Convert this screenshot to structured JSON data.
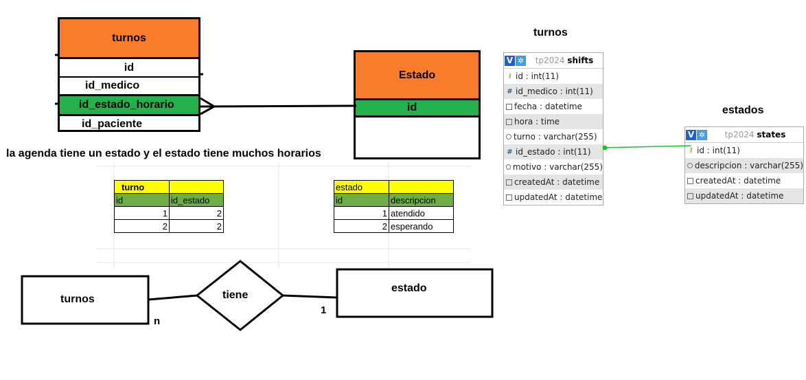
{
  "er_left": {
    "turnos_table": {
      "header": "turnos",
      "rows": [
        "id",
        "id_medico",
        "id_estado_horario",
        "id_paciente"
      ]
    },
    "estado_table": {
      "header": "Estado",
      "rows": [
        "id"
      ]
    },
    "note": "la agenda tiene un estado y el estado tiene muchos horarios"
  },
  "sheet_turno": {
    "title": "turno",
    "headers": [
      "id",
      "id_estado"
    ],
    "rows": [
      [
        "1",
        "2"
      ],
      [
        "2",
        "2"
      ]
    ]
  },
  "sheet_estado": {
    "title": "estado",
    "headers": [
      "id",
      "descripcion"
    ],
    "rows": [
      [
        "1",
        "atendido"
      ],
      [
        "2",
        "esperando"
      ]
    ]
  },
  "chen": {
    "entity_left": "turnos",
    "relationship": "tiene",
    "entity_right": "estado",
    "card_left": "n",
    "card_right": "1"
  },
  "pma": {
    "shifts": {
      "heading": "turnos",
      "db": "tp2024",
      "table": "shifts",
      "columns": [
        {
          "icon": "key-icon",
          "text": "id : int(11)"
        },
        {
          "icon": "hash-icon",
          "text": "id_medico : int(11)"
        },
        {
          "icon": "calendar-icon",
          "text": "fecha : datetime"
        },
        {
          "icon": "calendar-icon",
          "text": "hora : time"
        },
        {
          "icon": "text-icon",
          "text": "turno : varchar(255)"
        },
        {
          "icon": "hash-icon",
          "text": "id_estado : int(11)"
        },
        {
          "icon": "text-icon",
          "text": "motivo : varchar(255)"
        },
        {
          "icon": "calendar-icon",
          "text": "createdAt : datetime"
        },
        {
          "icon": "calendar-icon",
          "text": "updatedAt : datetime"
        }
      ]
    },
    "states": {
      "heading": "estados",
      "db": "tp2024",
      "table": "states",
      "columns": [
        {
          "icon": "key-icon",
          "text": "id : int(11)"
        },
        {
          "icon": "text-icon",
          "text": "descripcion : varchar(255)"
        },
        {
          "icon": "calendar-icon",
          "text": "createdAt : datetime"
        },
        {
          "icon": "calendar-icon",
          "text": "updatedAt : datetime"
        }
      ]
    },
    "header_v": "V",
    "header_gear": "✲",
    "link_color": "#1dbf2b"
  },
  "colors": {
    "orange": "#fa7d2c",
    "green": "#24b04b",
    "yellow": "#ffff00",
    "sheet_green": "#70ad47"
  }
}
